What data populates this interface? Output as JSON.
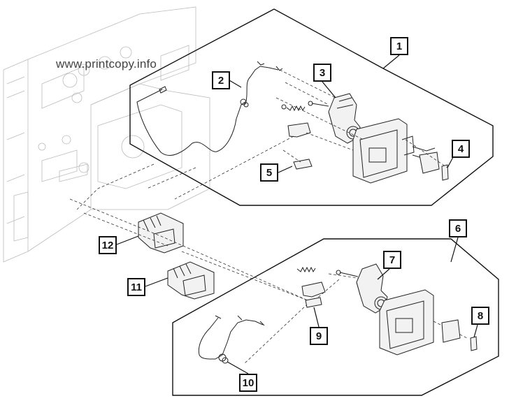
{
  "watermark": "www.printcopy.info",
  "callouts": [
    {
      "id": "c1",
      "label": "1"
    },
    {
      "id": "c2",
      "label": "2"
    },
    {
      "id": "c3",
      "label": "3"
    },
    {
      "id": "c4",
      "label": "4"
    },
    {
      "id": "c5",
      "label": "5"
    },
    {
      "id": "c6",
      "label": "6"
    },
    {
      "id": "c7",
      "label": "7"
    },
    {
      "id": "c8",
      "label": "8"
    },
    {
      "id": "c9",
      "label": "9"
    },
    {
      "id": "c10",
      "label": "10"
    },
    {
      "id": "c11",
      "label": "11"
    },
    {
      "id": "c12",
      "label": "12"
    }
  ]
}
